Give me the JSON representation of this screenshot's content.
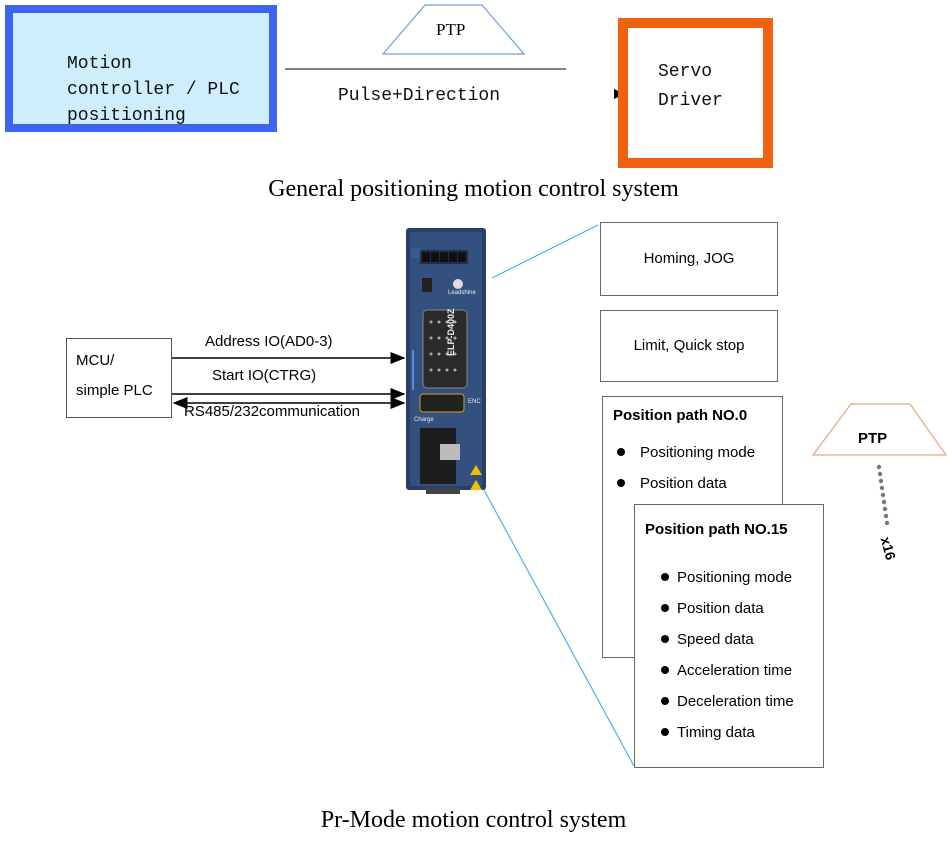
{
  "top_diagram": {
    "controller_label": "Motion\ncontroller / PLC\npositioning\nmode",
    "ptp_label": "PTP",
    "signal_label": "Pulse+Direction",
    "servo_label": "Servo\nDriver",
    "colors": {
      "controller_fill": "#cdeefa",
      "controller_border": "#3d64ef",
      "servo_border": "#f0620f"
    }
  },
  "general_caption": "General positioning motion control system",
  "bottom_diagram": {
    "mcu_label": "MCU/\nsimple PLC",
    "signals": [
      "Address IO(AD0-3)",
      "Start IO(CTRG)",
      "RS485/232communication"
    ],
    "drive": {
      "model": "ELP-D400Z",
      "brand": "Leadshine",
      "charge_label": "Charge",
      "enc_label": "ENC",
      "colors": {
        "body": "#2a3f66",
        "accent": "#4f8fe0",
        "connector": "#2b2b2b"
      }
    },
    "boxes": {
      "homing": "Homing, JOG",
      "limit": "Limit, Quick stop"
    },
    "path0": {
      "title": "Position path NO.0",
      "items": [
        "Positioning mode",
        "Position data"
      ]
    },
    "path15": {
      "title": "Position path NO.15",
      "items": [
        "Positioning mode",
        "Position data",
        "Speed data",
        "Acceleration time",
        "Deceleration time",
        "Timing data"
      ]
    },
    "ptp_label": "PTP",
    "repeat_label": "x16",
    "colors": {
      "callout_line": "#49b3e6",
      "dots": "#777777"
    }
  },
  "prmode_caption": "Pr-Mode motion control system"
}
